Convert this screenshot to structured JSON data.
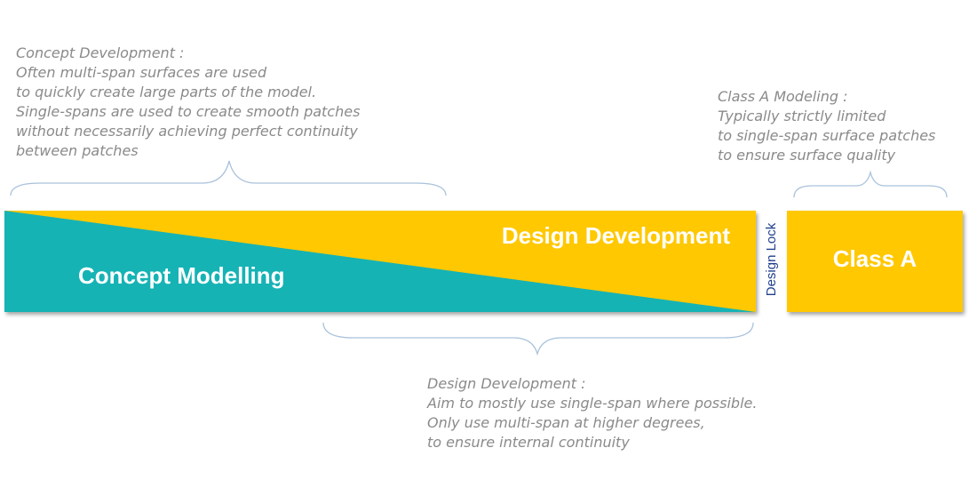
{
  "notes": {
    "concept_development": {
      "heading": "Concept Development :",
      "lines": [
        "Often multi-span surfaces are used",
        "to quickly create large parts of the model.",
        "Single-spans are used to create smooth patches",
        "without necessarily achieving perfect continuity",
        "between patches"
      ]
    },
    "class_a_modeling": {
      "heading": "Class A Modeling :",
      "lines": [
        "Typically strictly limited",
        "to single-span surface patches",
        "to ensure surface quality"
      ]
    },
    "design_development": {
      "heading": "Design Development :",
      "lines": [
        "Aim to mostly use single-span where possible.",
        "Only use multi-span at higher degrees,",
        "to ensure internal continuity"
      ]
    }
  },
  "bars": {
    "concept_modelling": "Concept Modelling",
    "design_development": "Design Development",
    "design_lock": "Design Lock",
    "class_a": "Class A"
  },
  "colors": {
    "teal": "#17b3b5",
    "yellow": "#ffc800",
    "heading_blue": "#1f4e8c",
    "body_gray": "#8a8a8a",
    "brace_blue": "#a9c2dc",
    "lock_text": "#1f3f8c"
  }
}
